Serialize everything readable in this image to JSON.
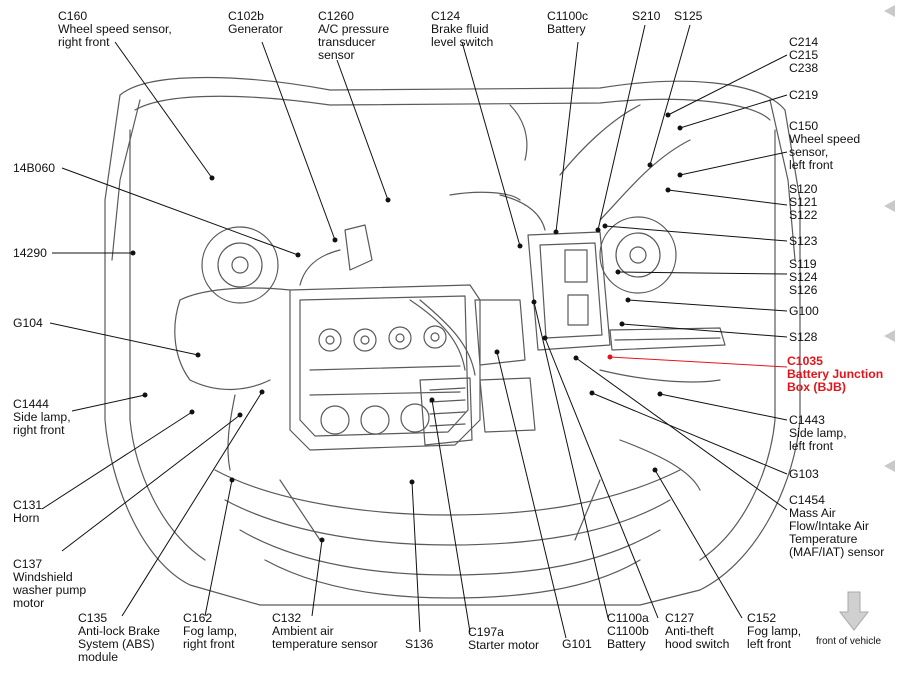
{
  "labels": {
    "c160": [
      "C160",
      "Wheel speed sensor,",
      "right front"
    ],
    "c102b": [
      "C102b",
      "Generator"
    ],
    "c1260": [
      "C1260",
      "A/C pressure",
      "transducer",
      "sensor"
    ],
    "c124": [
      "C124",
      "Brake fluid",
      "level switch"
    ],
    "c1100c": [
      "C1100c",
      "Battery"
    ],
    "s210": [
      "S210"
    ],
    "s125": [
      "S125"
    ],
    "c214": [
      "C214",
      "C215",
      "C238"
    ],
    "c219": [
      "C219"
    ],
    "c150": [
      "C150",
      "Wheel speed",
      "sensor,",
      "left front"
    ],
    "s120": [
      "S120",
      "S121",
      "S122"
    ],
    "s123": [
      "S123"
    ],
    "s119": [
      "S119",
      "S124",
      "S126"
    ],
    "g100": [
      "G100"
    ],
    "s128": [
      "S128"
    ],
    "c1035": [
      "C1035",
      "Battery Junction",
      "Box (BJB)"
    ],
    "c1443": [
      "C1443",
      "Side lamp,",
      "left front"
    ],
    "g103": [
      "G103"
    ],
    "c1454": [
      "C1454",
      "Mass Air",
      "Flow/Intake Air",
      "Temperature",
      "(MAF/IAT) sensor"
    ],
    "c152": [
      "C152",
      "Fog lamp,",
      "left front"
    ],
    "c127": [
      "C127",
      "Anti-theft",
      "hood switch"
    ],
    "c1100a": [
      "C1100a",
      "C1100b",
      "Battery"
    ],
    "g101": [
      "G101"
    ],
    "c197a": [
      "C197a",
      "Starter motor"
    ],
    "s136": [
      "S136"
    ],
    "c132": [
      "C132",
      "Ambient air",
      "temperature sensor"
    ],
    "c162": [
      "C162",
      "Fog lamp,",
      "right front"
    ],
    "c135": [
      "C135",
      "Anti-lock Brake",
      "System (ABS)",
      "module"
    ],
    "c137": [
      "C137",
      "Windshield",
      "washer pump",
      "motor"
    ],
    "c131": [
      "C131",
      "Horn"
    ],
    "c1444": [
      "C1444",
      "Side lamp,",
      "right front"
    ],
    "g104": [
      "G104"
    ],
    "n14290": [
      "14290"
    ],
    "n14b060": [
      "14B060"
    ]
  },
  "front_of_vehicle": "front of vehicle",
  "colors": {
    "highlight": "#e3151b",
    "line": "#111111",
    "drawing": "#555555",
    "arrow": "#c8c8c8"
  }
}
